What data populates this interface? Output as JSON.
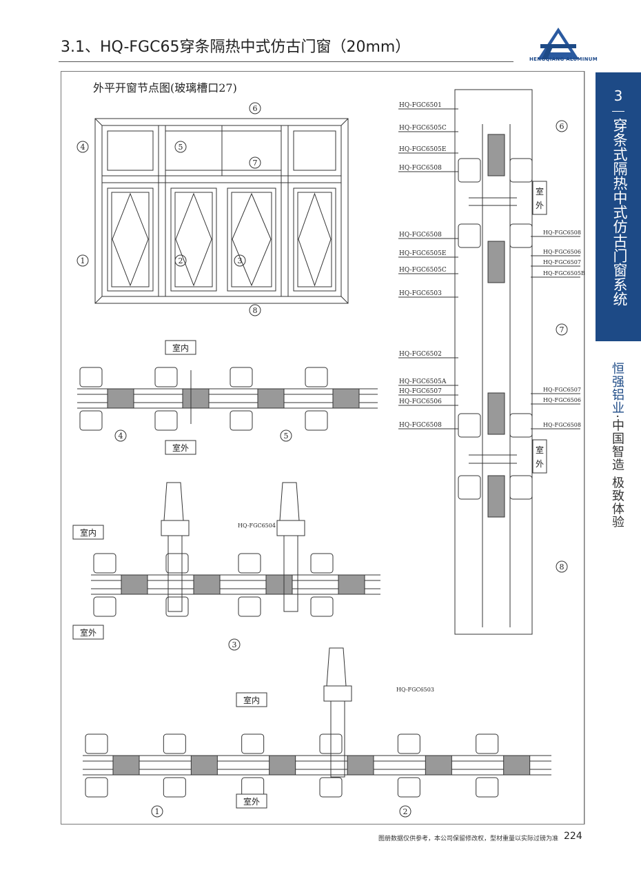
{
  "header": {
    "title": "3.1、HQ-FGC65穿条隔热中式仿古门窗（20mm）",
    "logo_text": "HENGQIANG ALUMINUM"
  },
  "side_tab": {
    "number": "3",
    "title": "穿条式隔热中式仿古门窗系统",
    "slogan_a": "恒强铝业",
    "slogan_sep": "·",
    "slogan_b": "中国智造 极致体验"
  },
  "drawing": {
    "heading": "外平开窗节点图(玻璃槽口27)",
    "callouts": {
      "c1": "1",
      "c2": "2",
      "c3": "3",
      "c4": "4",
      "c5": "5",
      "c6": "6",
      "c7": "7",
      "c8": "8"
    },
    "indoor": "室内",
    "outdoor": "室外",
    "section_labels": {
      "s3_part": "HQ-FGC6504",
      "s12_part": "HQ-FGC6503"
    },
    "right_left_labels": [
      "HQ-FGC6501",
      "HQ-FGC6505C",
      "HQ-FGC6505E",
      "HQ-FGC6508",
      "HQ-FGC6508",
      "HQ-FGC6505E",
      "HQ-FGC6505C",
      "HQ-FGC6503",
      "HQ-FGC6502",
      "HQ-FGC6505A",
      "HQ-FGC6507",
      "HQ-FGC6506",
      "HQ-FGC6508"
    ],
    "right_right_labels": [
      "HQ-FGC6508",
      "HQ-FGC6506",
      "HQ-FGC6507",
      "HQ-FGC6505B",
      "HQ-FGC6507",
      "HQ-FGC6506",
      "HQ-FGC6508"
    ]
  },
  "footer": {
    "note": "图册数据仅供参考，本公司保留修改权，型材重量以实际过磅为准",
    "page": "224"
  },
  "colors": {
    "brand": "#1d4a86",
    "line": "#333333"
  }
}
